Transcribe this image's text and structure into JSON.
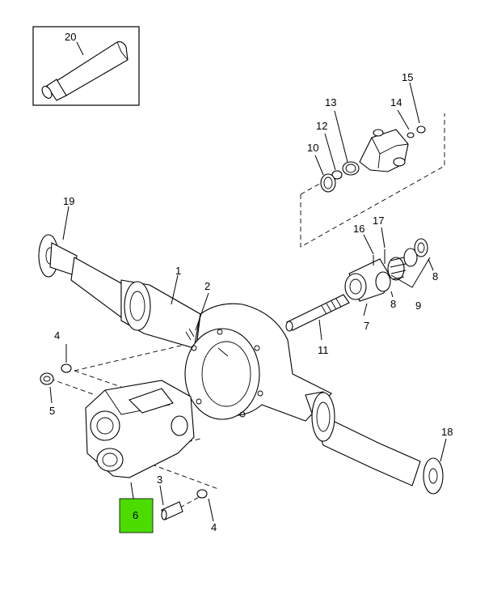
{
  "callouts": {
    "c1": "1",
    "c2": "2",
    "c3": "3",
    "c4a": "4",
    "c4b": "4",
    "c5": "5",
    "c6": "6",
    "c7": "7",
    "c8a": "8",
    "c8b": "8",
    "c9": "9",
    "c10": "10",
    "c11": "11",
    "c12": "12",
    "c13": "13",
    "c14": "14",
    "c15": "15",
    "c16": "16",
    "c17": "17",
    "c18": "18",
    "c19": "19",
    "c20": "20"
  },
  "colors": {
    "highlight": "#4cdc00",
    "line": "#000000",
    "background": "#ffffff"
  },
  "highlighted_part": "6"
}
